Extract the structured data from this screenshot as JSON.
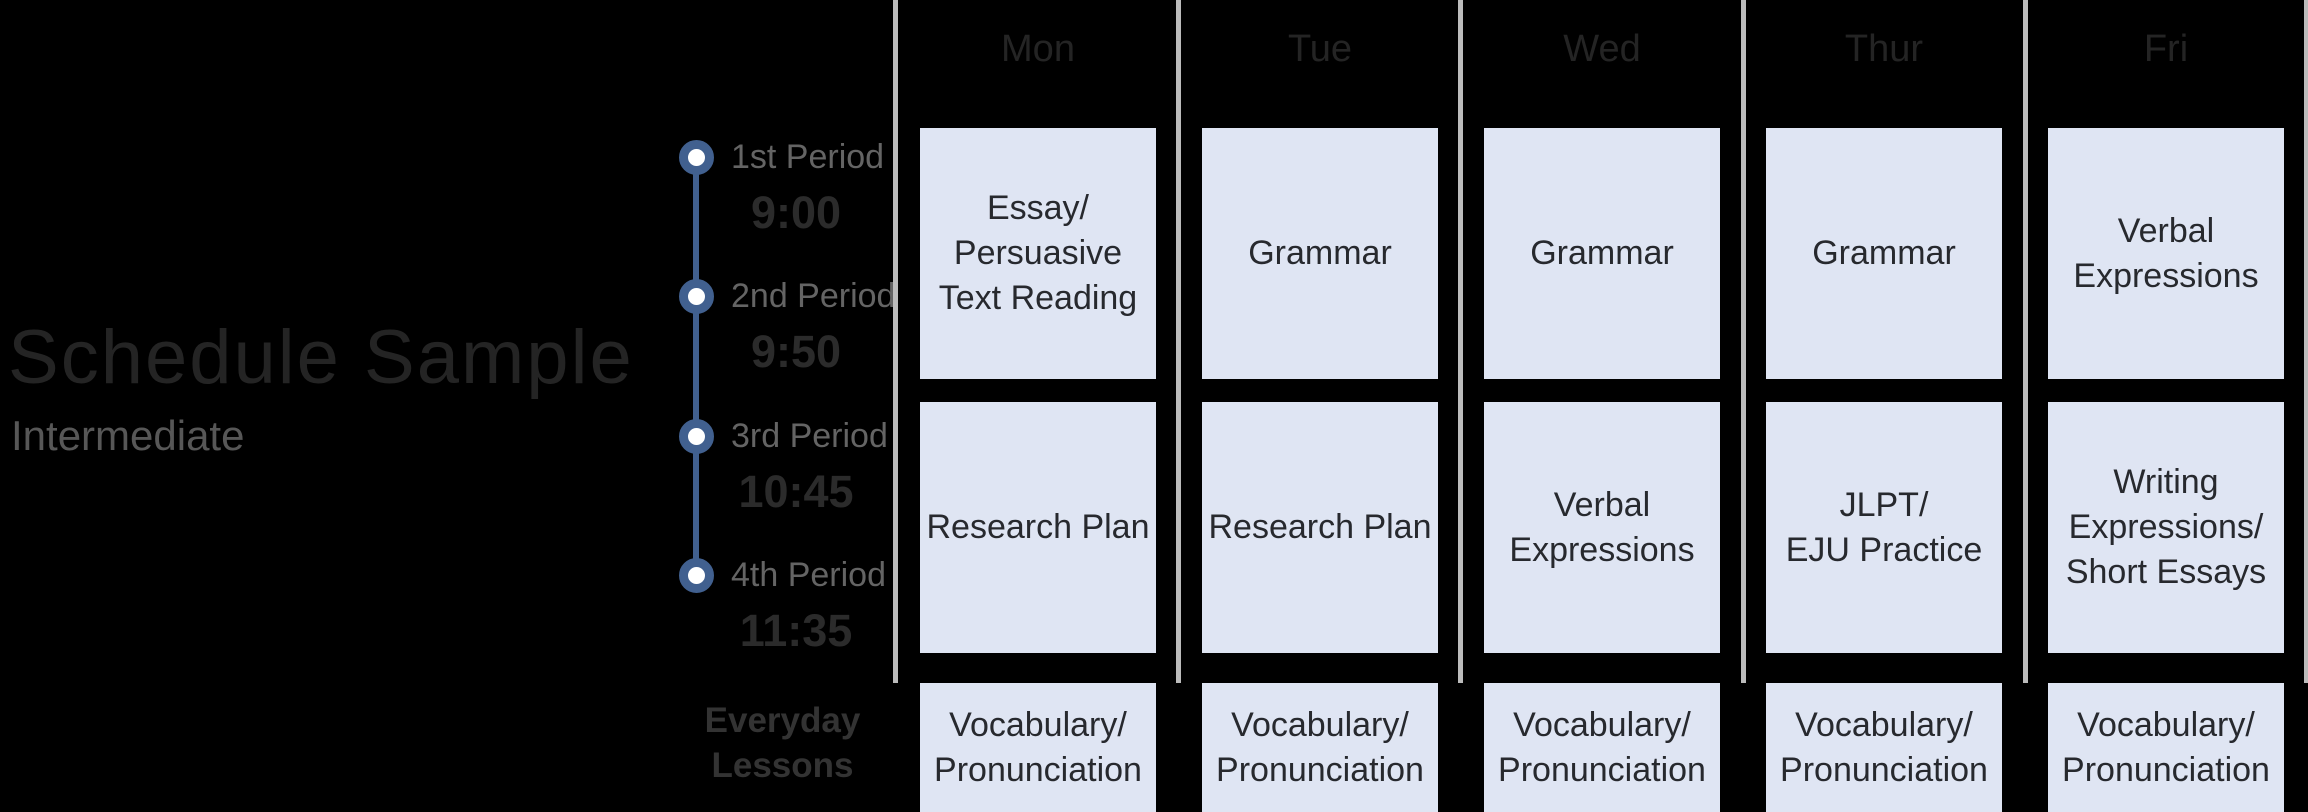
{
  "title": "Schedule Sample",
  "subtitle": "Intermediate",
  "timeline": {
    "periods": [
      {
        "label": "1st Period",
        "time": "9:00"
      },
      {
        "label": "2nd Period",
        "time": "9:50"
      },
      {
        "label": "3rd Period",
        "time": "10:45"
      },
      {
        "label": "4th Period",
        "time": "11:35"
      }
    ],
    "everyday_label": "Everyday\nLessons"
  },
  "schedule": {
    "columns": [
      {
        "day": "Mon",
        "block1": "Essay/\nPersuasive\nText Reading",
        "block2": "Research Plan",
        "everyday": "Vocabulary/\nPronunciation"
      },
      {
        "day": "Tue",
        "block1": "Grammar",
        "block2": "Research Plan",
        "everyday": "Vocabulary/\nPronunciation"
      },
      {
        "day": "Wed",
        "block1": "Grammar",
        "block2": "Verbal\nExpressions",
        "everyday": "Vocabulary/\nPronunciation"
      },
      {
        "day": "Thur",
        "block1": "Grammar",
        "block2": "JLPT/\nEJU Practice",
        "everyday": "Vocabulary/\nPronunciation"
      },
      {
        "day": "Fri",
        "block1": "Verbal\nExpressions",
        "block2": "Writing\nExpressions/\nShort Essays",
        "everyday": "Vocabulary/\nPronunciation"
      }
    ]
  },
  "colors": {
    "background": "#000000",
    "accent": "#41608f",
    "dot_fill": "#ffffff",
    "cell_bg": "#dfe5f3",
    "cell_text": "#27292e",
    "separator": "#bcbcbc",
    "title_text": "#242424",
    "subtitle_text": "#575757",
    "day_header_text": "#242424",
    "period_label_text": "#646464",
    "time_text": "#2b2b2b",
    "everyday_text": "#333333"
  }
}
